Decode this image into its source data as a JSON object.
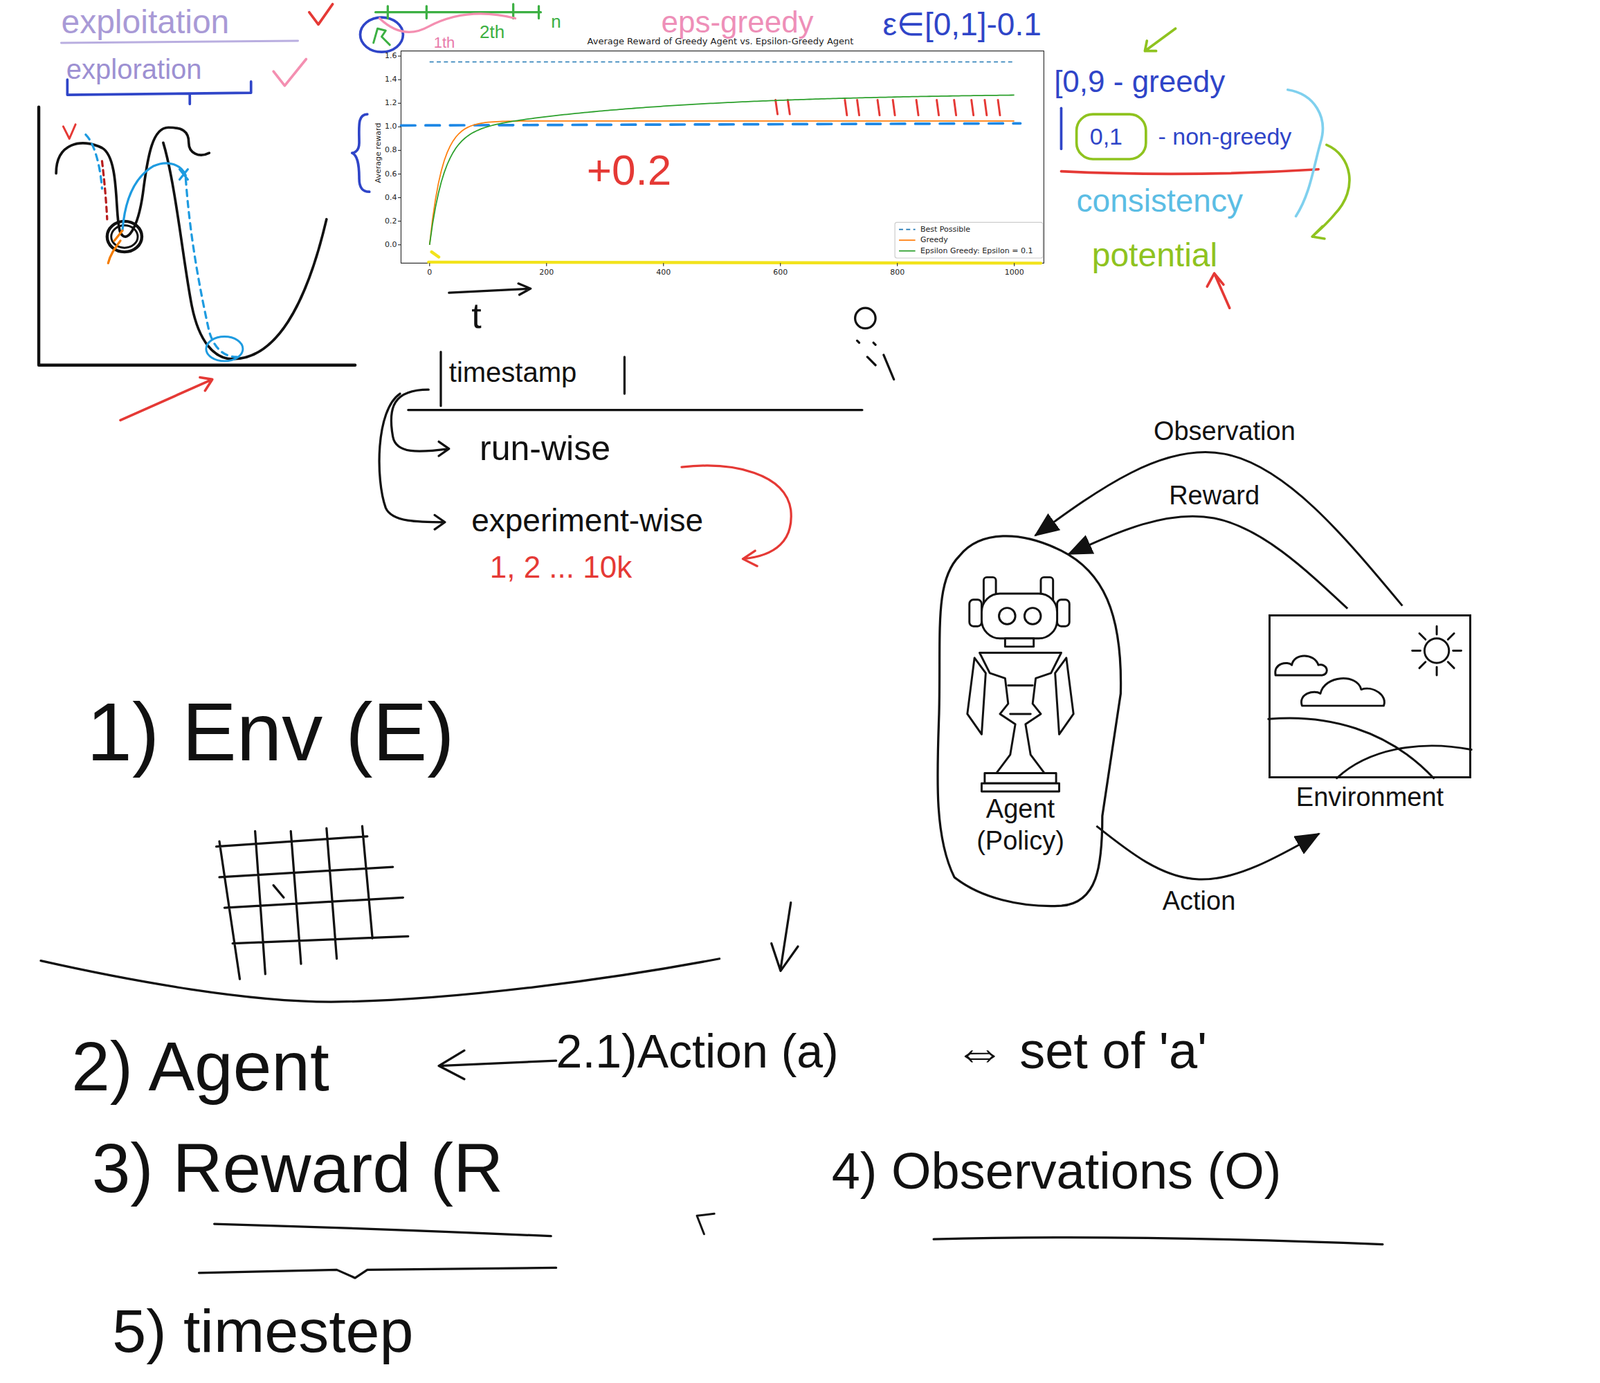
{
  "diagram": {
    "nodes": [
      {
        "text": [
          "Agent (Policy)"
        ]
      },
      {
        "text": [
          "Environment"
        ]
      }
    ],
    "edges": [
      {
        "from": 1,
        "to": 0,
        "arrow": "to",
        "label": "Observation"
      },
      {
        "from": 1,
        "to": 0,
        "arrow": "to",
        "label": "Reward"
      },
      {
        "from": 0,
        "to": 1,
        "arrow": "to",
        "label": "Action"
      }
    ],
    "labels": [
      "exploitation",
      "exploration",
      "1th",
      "2th",
      "n",
      "eps-greedy",
      "ε∈[0,1]-0.1",
      "Average Reward of Greedy Agent vs. Epsilon-Greedy Agent",
      "Average reward",
      "0.0",
      "0.2",
      "0.4",
      "0.6",
      "0.8",
      "1.0",
      "1.2",
      "1.4",
      "1.6",
      "0",
      "200",
      "400",
      "600",
      "800",
      "1000",
      "+0.2",
      "t",
      "[0,9 - greedy",
      "0,1",
      "- non-greedy",
      "consistency",
      "potential",
      "timestamp",
      "run-wise",
      "experiment-wise",
      "1, 2 ... 10k",
      "1) Env (E)",
      "2) Agent",
      "2.1)Action (a)",
      "⇔ set of 'a'",
      "3) Reward (R",
      "4) Observations (O)",
      "5) timestep"
    ],
    "legend": [
      {
        "text": "Best Possible"
      },
      {
        "text": "Greedy"
      },
      {
        "text": "Epsilon Greedy: Epsilon = 0.1"
      }
    ]
  }
}
